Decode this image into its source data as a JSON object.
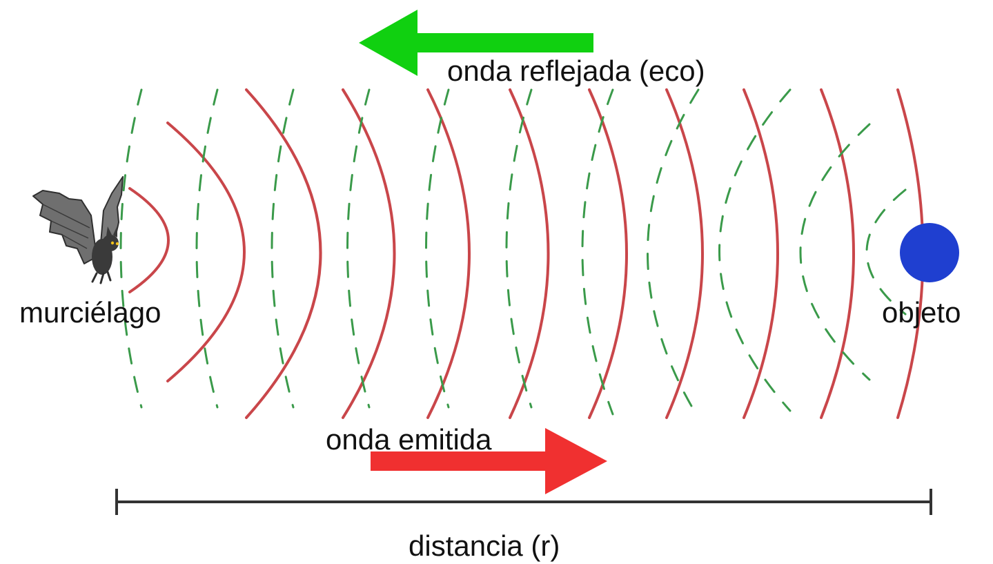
{
  "labels": {
    "reflected_wave": "onda reflejada (eco)",
    "emitted_wave": "onda emitida",
    "bat": "murciélago",
    "object": "objeto",
    "distance": "distancia (r)"
  },
  "colors": {
    "emitted_wave": "#c9464a",
    "reflected_wave": "#3a9a4a",
    "emitted_arrow": "#f03030",
    "reflected_arrow": "#10d010",
    "object": "#1f3fd0",
    "bat": "#555555",
    "distance_line": "#333333",
    "text": "#111111"
  },
  "icons": {
    "bat": "bat-icon",
    "object": "circle-object-icon"
  }
}
